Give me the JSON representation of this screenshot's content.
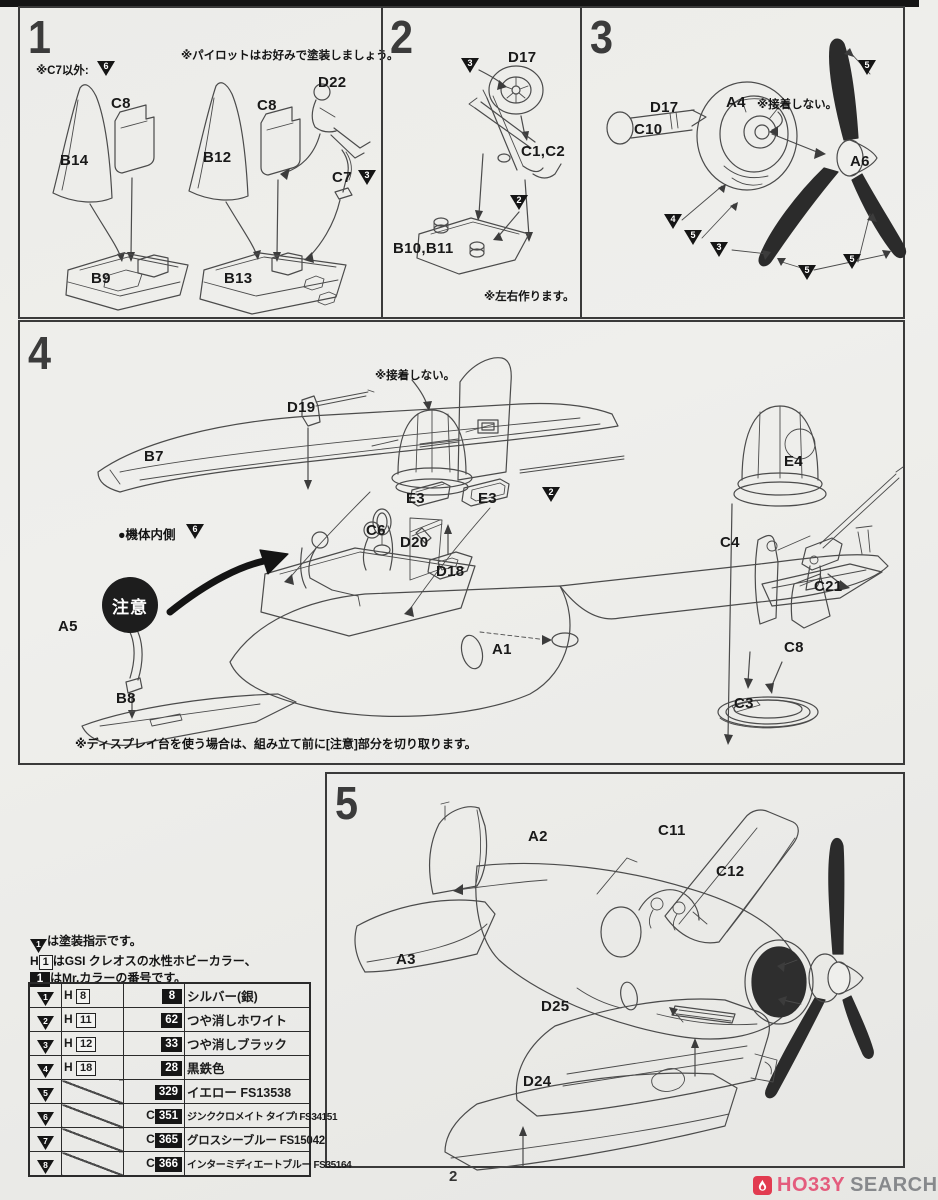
{
  "page": {
    "number": "2"
  },
  "logo": {
    "hobby": "HO33Y",
    "search": "SEARCH",
    "icon": "flame-icon",
    "pink": "#e45c7d",
    "red": "#e23b50",
    "gray": "#87898c"
  },
  "colors": {
    "paper": "#ecece9",
    "line": "#3a3a3a",
    "mark_black": "#151515"
  },
  "p1": {
    "num": "1",
    "note_pilot": "※パイロットはお好みで塗装しましょう。",
    "note_c7": "※C7以外:",
    "note_c7_mark": "6",
    "b14": "B14",
    "c8a": "C8",
    "b12": "B12",
    "c8b": "C8",
    "d22": "D22",
    "c7": "C7",
    "c7_mark": "3",
    "b9": "B9",
    "b13": "B13"
  },
  "p2": {
    "num": "2",
    "d17": "D17",
    "mark3": "3",
    "c1c2": "C1,C2",
    "mark2": "2",
    "b10b11": "B10,B11",
    "note": "※左右作ります。"
  },
  "p3": {
    "num": "3",
    "d17": "D17",
    "c10": "C10",
    "a4": "A4",
    "a6": "A6",
    "note_glue": "※接着しない。",
    "m5a": "5",
    "m4": "4",
    "m5b": "5",
    "m3": "3",
    "m5c": "5",
    "m5d": "5"
  },
  "p4": {
    "num": "4",
    "b7": "B7",
    "d19": "D19",
    "e3a": "E3",
    "e3b": "E3",
    "mark2": "2",
    "c6": "C6",
    "d20": "D20",
    "d18": "D18",
    "a1": "A1",
    "note_glue": "※接着しない。",
    "note_inner": "●機体内側",
    "inner_mark": "6",
    "caution": "注意",
    "a5": "A5",
    "b8": "B8",
    "e4": "E4",
    "c4": "C4",
    "c21": "C21",
    "c8": "C8",
    "c3": "C3",
    "note_display": "※ディスプレイ台を使う場合は、組み立て前に[注意]部分を切り取ります。"
  },
  "p5": {
    "num": "5",
    "a2": "A2",
    "a3": "A3",
    "c11": "C11",
    "c12": "C12",
    "d25": "D25",
    "d24": "D24"
  },
  "paint": {
    "note1_mark": "1",
    "note1": "は塗装指示です。",
    "note2_h": "H",
    "note2_box": "1",
    "note2": "はGSI クレオスの水性ホビーカラー、",
    "note3_badge": "1",
    "note3": "はMr.カラーの番号です。",
    "rows": [
      {
        "mark": "1",
        "h": "H",
        "hnum": "8",
        "c": "",
        "num": "8",
        "name": "シルバー(銀)"
      },
      {
        "mark": "2",
        "h": "H",
        "hnum": "11",
        "c": "",
        "num": "62",
        "name": "つや消しホワイト"
      },
      {
        "mark": "3",
        "h": "H",
        "hnum": "12",
        "c": "",
        "num": "33",
        "name": "つや消しブラック"
      },
      {
        "mark": "4",
        "h": "H",
        "hnum": "18",
        "c": "",
        "num": "28",
        "name": "黒鉄色"
      },
      {
        "mark": "5",
        "h": "",
        "hnum": "",
        "c": "",
        "num": "329",
        "name": "イエロー FS13538"
      },
      {
        "mark": "6",
        "h": "",
        "hnum": "",
        "c": "C",
        "num": "351",
        "name": "ジンククロメイト タイプI FS34151"
      },
      {
        "mark": "7",
        "h": "",
        "hnum": "",
        "c": "C",
        "num": "365",
        "name": "グロスシーブルー FS15042"
      },
      {
        "mark": "8",
        "h": "",
        "hnum": "",
        "c": "C",
        "num": "366",
        "name": "インターミディエートブルー FS35164"
      }
    ]
  }
}
